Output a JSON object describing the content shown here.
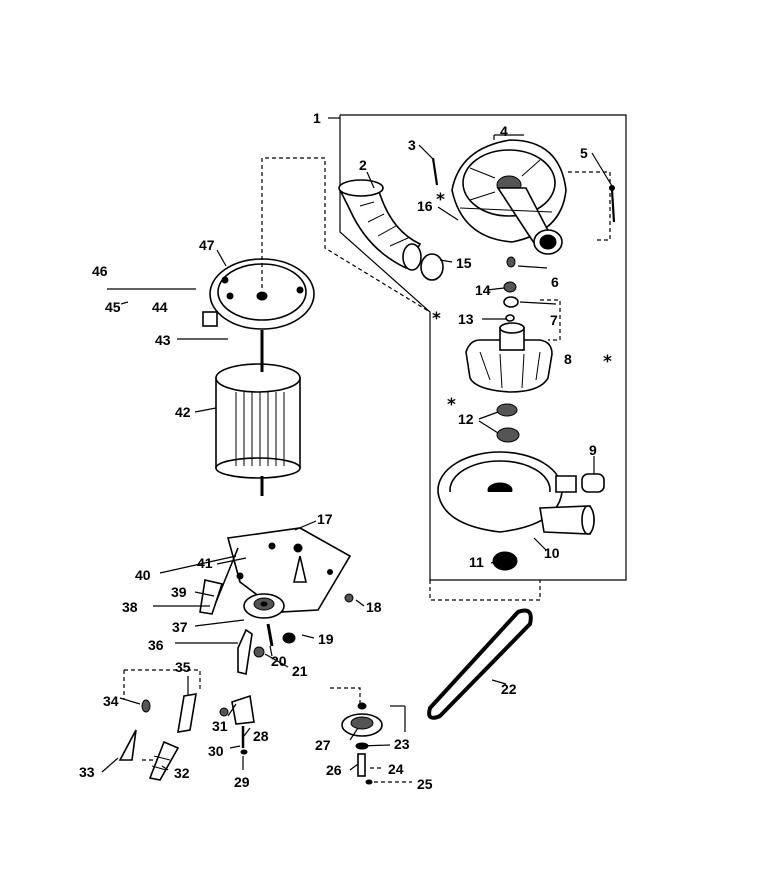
{
  "diagram": {
    "labels": {
      "l1": "1",
      "l2": "2",
      "l3": "3",
      "l4": "4",
      "l5": "5",
      "l6": "6",
      "l7": "7",
      "l8": "8",
      "l9": "9",
      "l10": "10",
      "l11": "11",
      "l12": "12",
      "l13": "13",
      "l14": "14",
      "l15": "15",
      "l16": "16",
      "l17": "17",
      "l18": "18",
      "l19": "19",
      "l20": "20",
      "l21": "21",
      "l22": "22",
      "l23": "23",
      "l24": "24",
      "l25": "25",
      "l26": "26",
      "l27": "27",
      "l28": "28",
      "l29": "29",
      "l30": "30",
      "l31": "31",
      "l32": "32",
      "l33": "33",
      "l34": "34",
      "l35": "35",
      "l36": "36",
      "l37": "37",
      "l38": "38",
      "l39": "39",
      "l40": "40",
      "l41": "41",
      "l42": "42",
      "l43": "43",
      "l44": "44",
      "l45": "45",
      "l46": "46",
      "l47": "47"
    },
    "star": "*"
  }
}
